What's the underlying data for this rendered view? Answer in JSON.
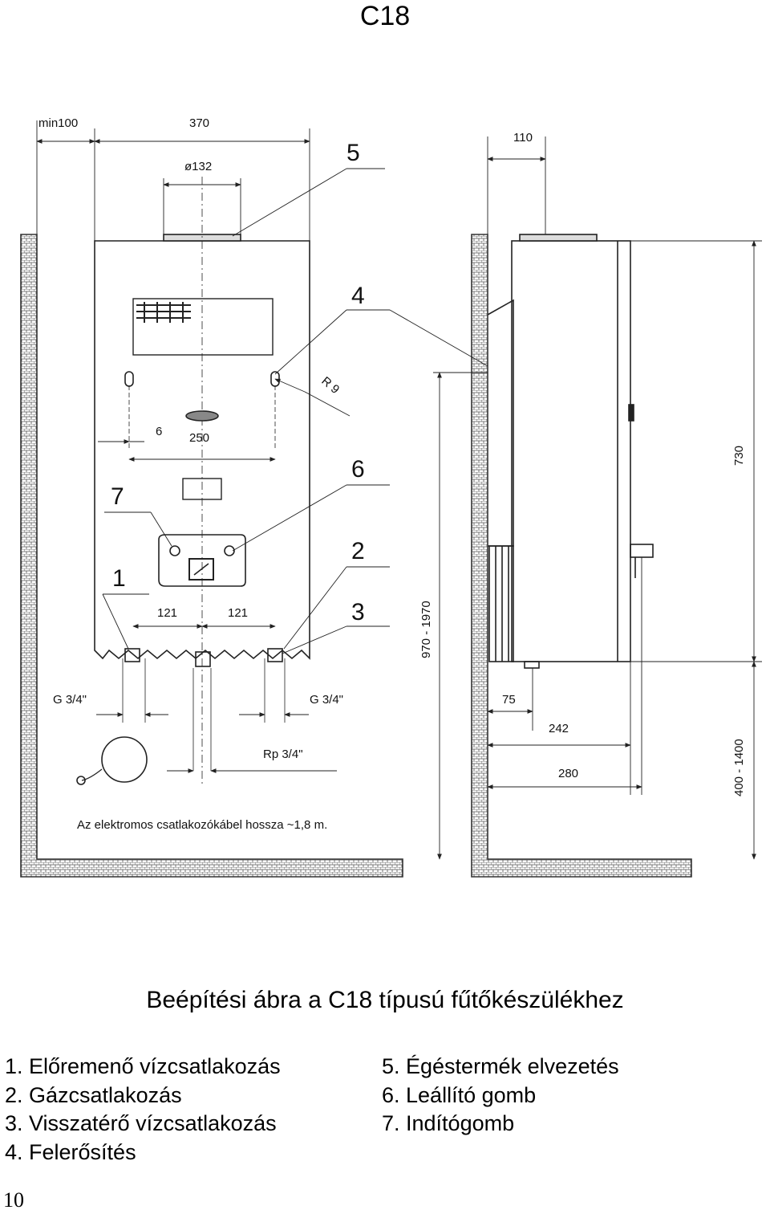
{
  "header": {
    "model": "C18"
  },
  "drawing": {
    "dimensions": {
      "min_clearance": "min100",
      "width": "370",
      "flue_diameter": "ø132",
      "depth_top": "110",
      "radius": "R 9",
      "offset": "6",
      "bracket_spacing": "250",
      "conn_left": "121",
      "conn_right": "121",
      "height": "730",
      "mount_height": "970 - 1970",
      "floor_clearance": "400 - 1400",
      "side_75": "75",
      "side_242": "242",
      "side_280": "280",
      "thread_left": "G 3/4\"",
      "thread_right": "G 3/4\"",
      "gas_thread": "Rp 3/4\""
    },
    "callouts": [
      "1",
      "2",
      "3",
      "4",
      "5",
      "6",
      "7"
    ],
    "cable_note": "Az elektromos csatlakozókábel hossza ~1,8 m."
  },
  "caption": "Beépítési ábra a C18 típusú fűtőkészülékhez",
  "legend": {
    "left": [
      "1. Előremenő vízcsatlakozás",
      "2. Gázcsatlakozás",
      "3. Visszatérő vízcsatlakozás",
      "4. Felerősítés"
    ],
    "right": [
      "5. Égéstermék elvezetés",
      "6. Leállító gomb",
      "7. Indítógomb"
    ]
  },
  "footer": {
    "page_number": "10"
  }
}
